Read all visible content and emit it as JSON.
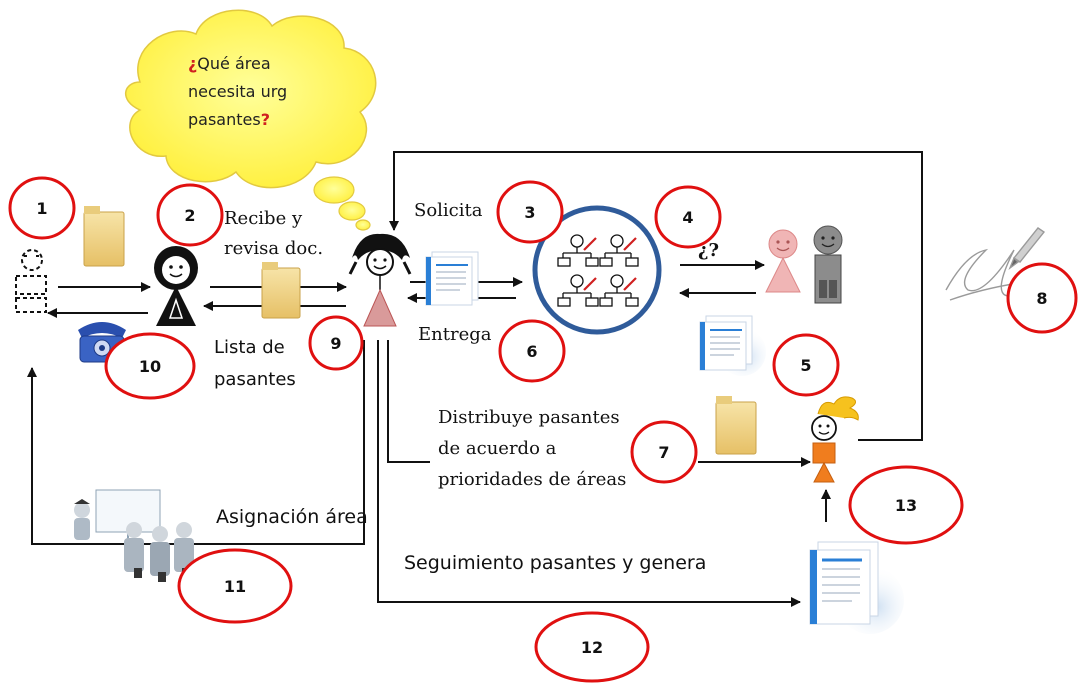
{
  "cloud": {
    "open_q": "¿",
    "line1": "Qué área",
    "line2": "necesita  urg",
    "line3": "pasantes",
    "close_q": "?"
  },
  "labels": {
    "recibe_1": "Recibe y",
    "recibe_2": "revisa doc.",
    "solicita": "Solicita",
    "entrega": "Entrega",
    "question_mark": "¿?",
    "lista_1": "Lista de",
    "lista_2": "pasantes",
    "distribuye_1": "Distribuye pasantes",
    "distribuye_2": "de acuerdo a",
    "distribuye_3": "prioridades de áreas",
    "asignacion": "Asignación área",
    "seguimiento": "Seguimiento pasantes y genera"
  },
  "steps": [
    "1",
    "2",
    "3",
    "4",
    "5",
    "6",
    "7",
    "8",
    "9",
    "10",
    "11",
    "12",
    "13"
  ],
  "colors": {
    "circle_border": "#e01010",
    "cloud_fill": "#fff36a",
    "cloud_stroke": "#e2c940",
    "org_ring": "#2f5b9a",
    "folder": "#f2d789",
    "accent_red": "#d02020"
  },
  "icons": [
    "dashed-person-icon",
    "person-black-icon",
    "person-red-icon",
    "org-chart-icon",
    "pink-person-icon",
    "gray-person-icon",
    "folder-icon",
    "document-stack-icon",
    "phone-icon",
    "signature-icon",
    "girl-orange-icon",
    "presentation-group-icon"
  ]
}
